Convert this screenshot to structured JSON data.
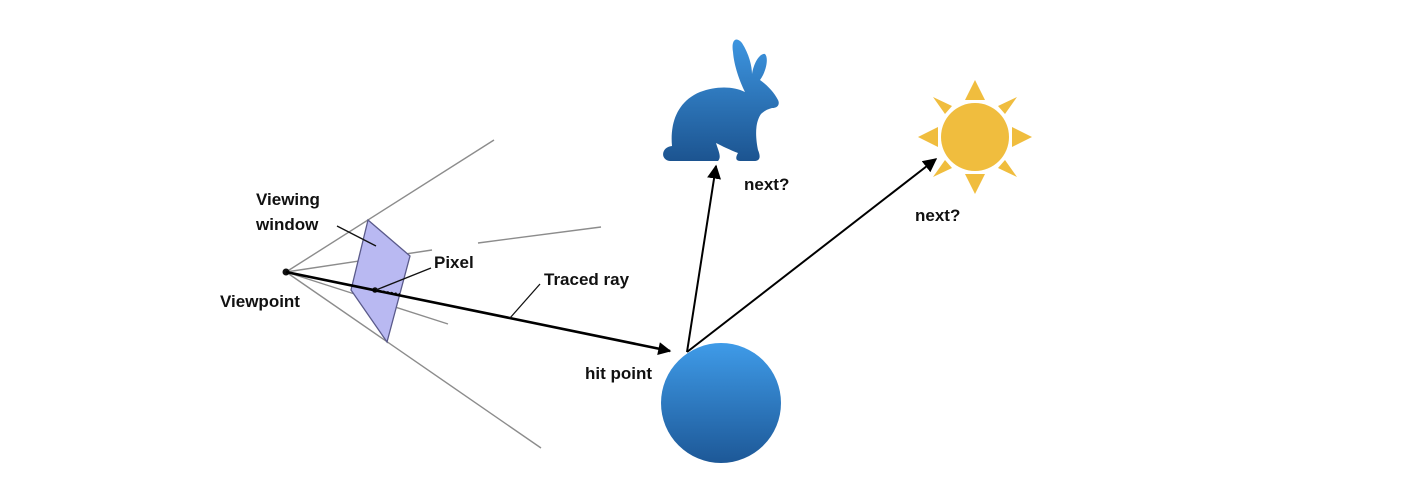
{
  "labels": {
    "viewing_window_line1": "Viewing",
    "viewing_window_line2": "window",
    "pixel": "Pixel",
    "viewpoint": "Viewpoint",
    "traced_ray": "Traced ray",
    "hit_point": "hit point",
    "next_bunny": "next?",
    "next_sun": "next?"
  },
  "colors": {
    "window_fill": "#b9b9f2",
    "window_stroke": "#5a5a8a",
    "frustum_line": "#8c8c8c",
    "ray": "#000000",
    "sphere_top": "#3f9be8",
    "sphere_bottom": "#1d5897",
    "bunny_top": "#3d95e0",
    "bunny_bottom": "#1c5490",
    "sun": "#f0bd3e"
  },
  "icons": {
    "bunny": "rabbit-silhouette-icon",
    "sun": "sun-icon",
    "sphere": "sphere-shape"
  }
}
